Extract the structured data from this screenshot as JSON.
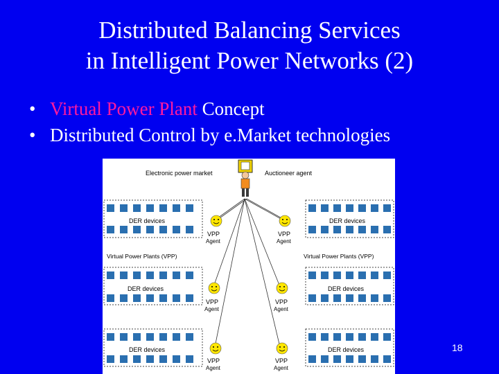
{
  "slide": {
    "title_line1": "Distributed Balancing Services",
    "title_line2": "in Intelligent Power Networks (2)",
    "bullet1_highlight": "Virtual Power Plant",
    "bullet1_rest": " Concept",
    "bullet2": "Distributed Control by e.Market technologies",
    "bullet_glyph": "•",
    "page_number": "18"
  },
  "diagram": {
    "market_label": "Electronic power market",
    "auctioneer_label": "Auctioneer agent",
    "der_label": "DER devices",
    "vpp_label": "VPP",
    "agent_label": "Agent",
    "vpp_group_label": "Virtual Power Plants (VPP)"
  },
  "colors": {
    "background": "#0000f0",
    "highlight": "#ff1aa0",
    "device": "#2a6fb0",
    "smiley": "#ffe600"
  }
}
